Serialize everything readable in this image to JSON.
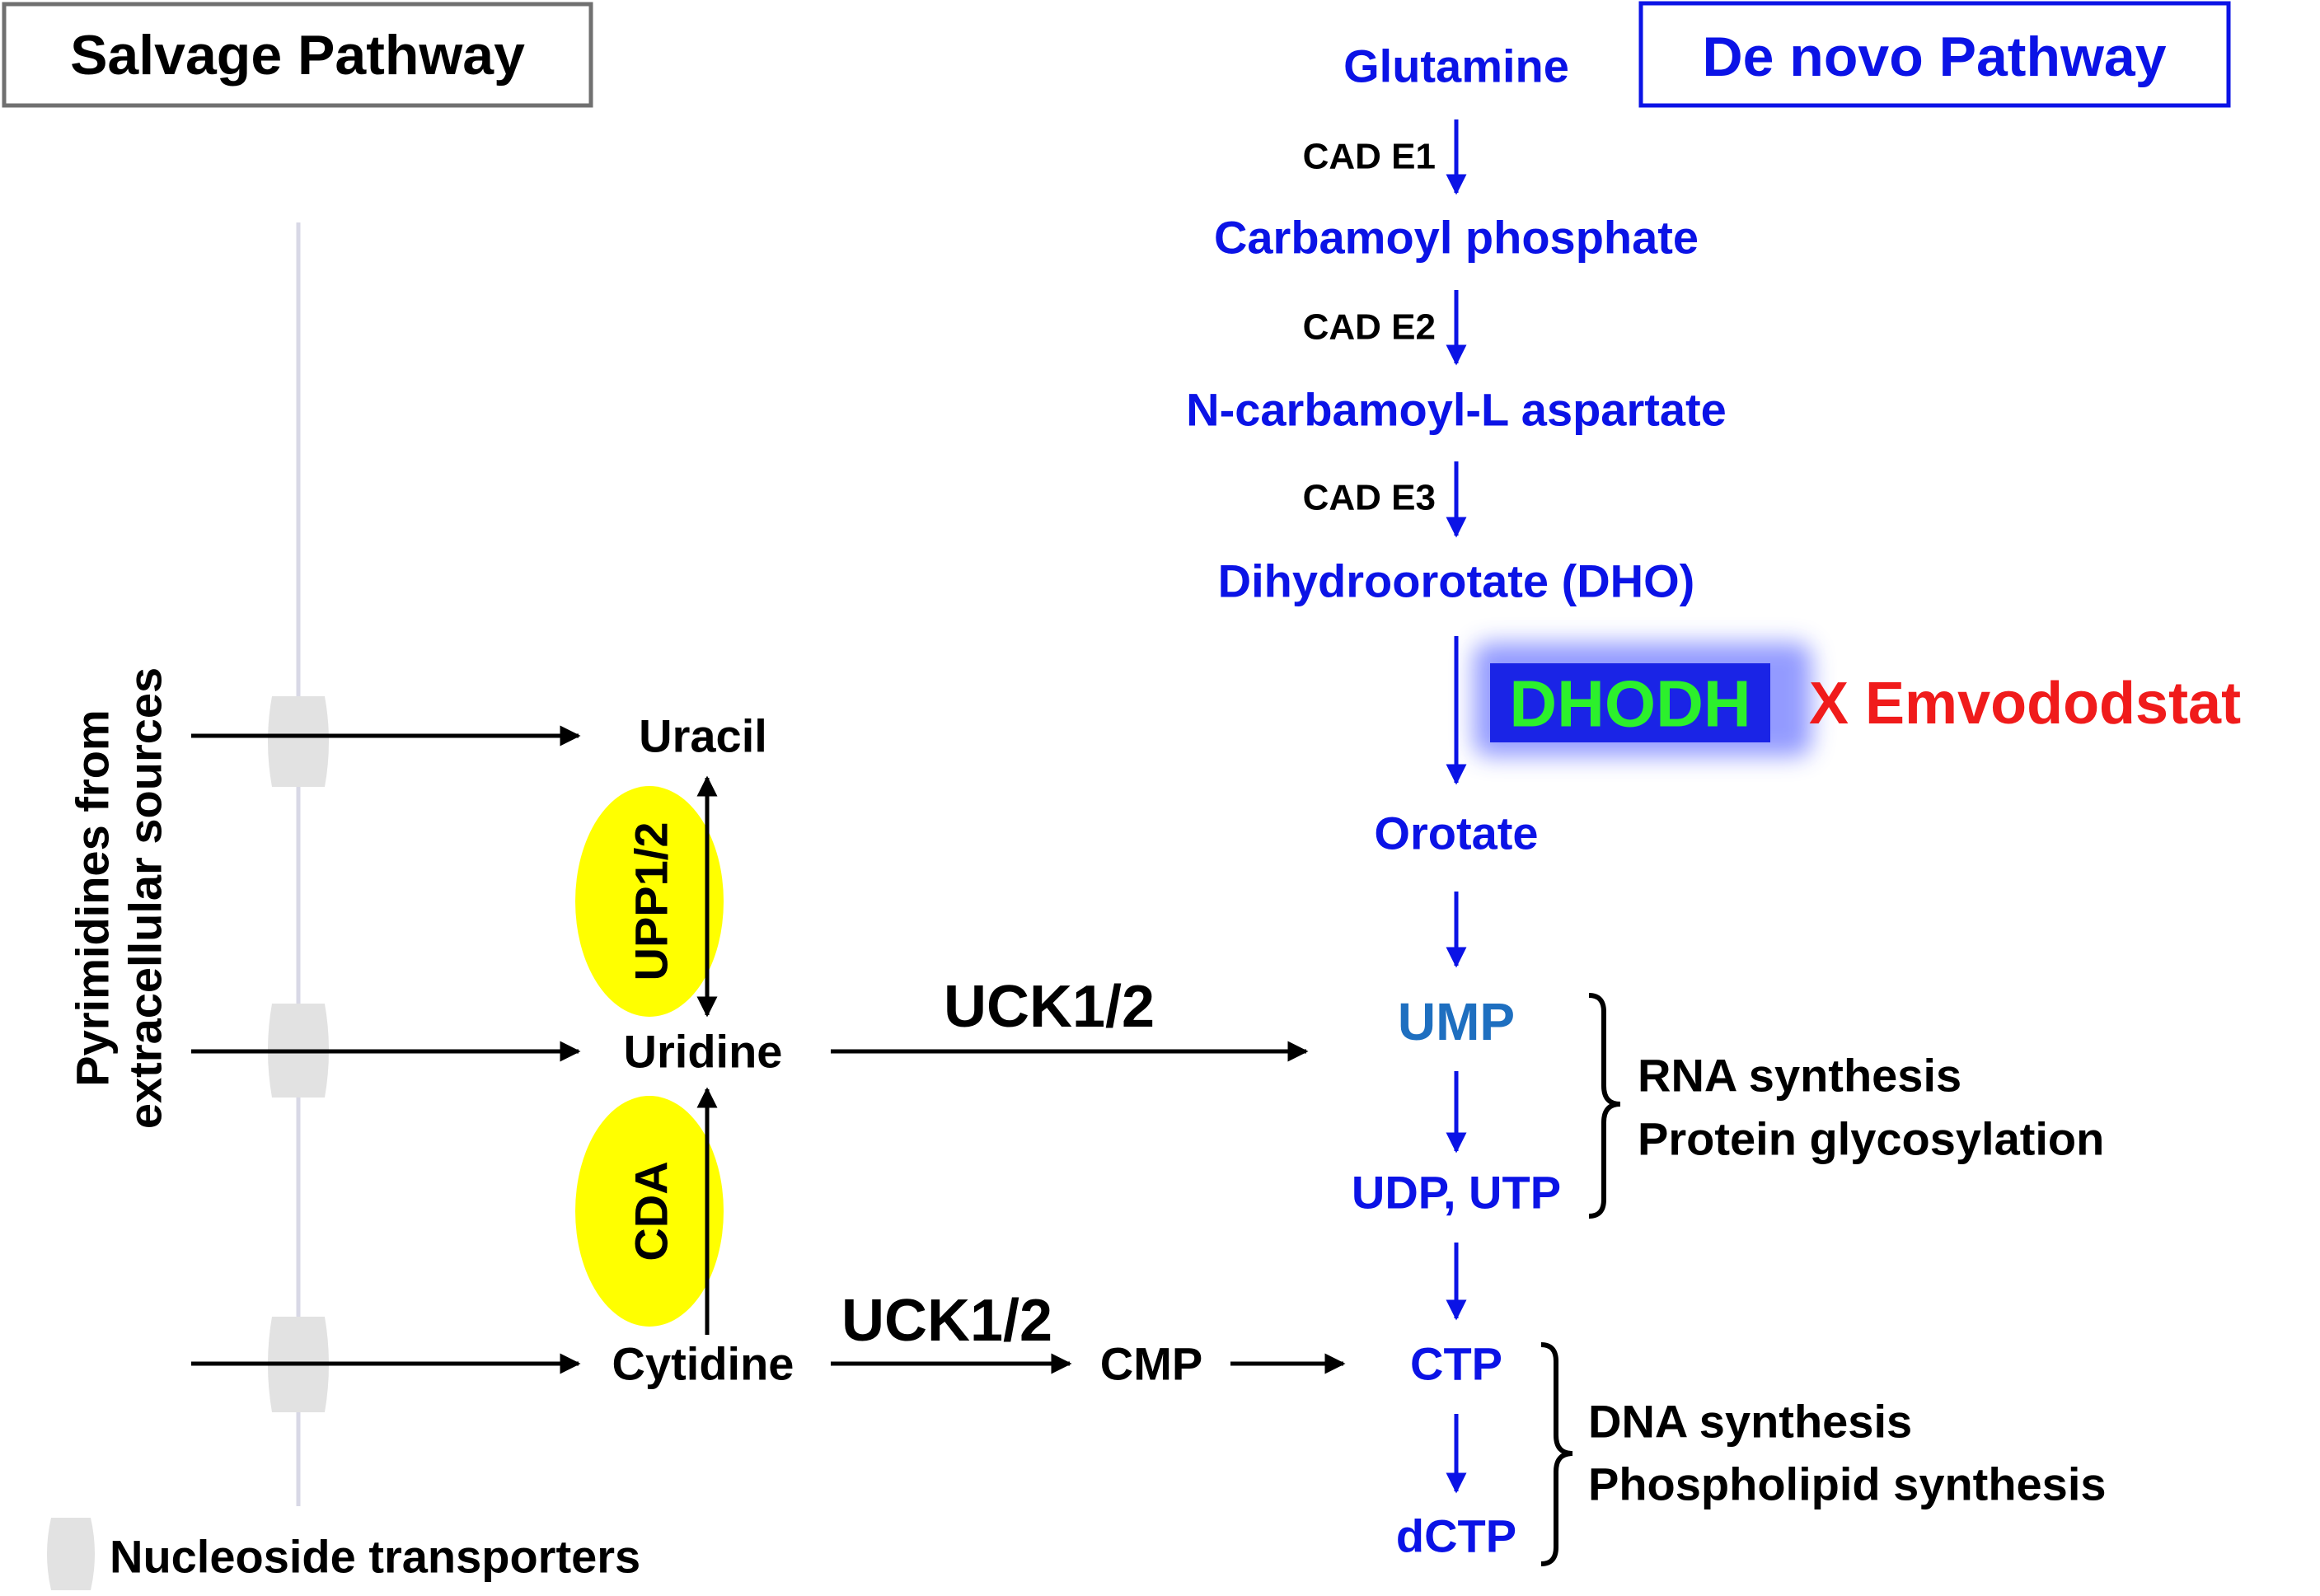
{
  "colors": {
    "denovo": "#0b13e6",
    "ump": "#1e6fc0",
    "inhibitor": "#f01b1b",
    "dhodh_text": "#2cf02c",
    "dhodh_box": "#1a24e6",
    "enzyme_ellipse": "#ffff00",
    "transporter": "#e2e2e2",
    "membrane": "#d8d8e6"
  },
  "salvage": {
    "title": "Salvage Pathway",
    "source_label_line1": "Pyrimidines from",
    "source_label_line2": "extracellular sources",
    "legend": "Nucleoside transporters",
    "uracil": "Uracil",
    "uridine": "Uridine",
    "cytidine": "Cytidine",
    "cmp": "CMP",
    "upp": "UPP1/2",
    "cda": "CDA",
    "uck_top": "UCK1/2",
    "uck_bottom": "UCK1/2"
  },
  "denovo": {
    "title": "De novo Pathway",
    "glutamine": "Glutamine",
    "cad_e1": "CAD E1",
    "carbamoyl": "Carbamoyl phosphate",
    "cad_e2": "CAD E2",
    "ncarbamoyl": "N-carbamoyl-L aspartate",
    "cad_e3": "CAD E3",
    "dho": "Dihydroorotate (DHO)",
    "dhodh": "DHODH",
    "inhibitor": "X Emvododstat",
    "orotate": "Orotate",
    "ump": "UMP",
    "udp_utp": "UDP, UTP",
    "ctp": "CTP",
    "dctp": "dCTP"
  },
  "outcomes": {
    "rna": "RNA synthesis",
    "glyco": "Protein glycosylation",
    "dna": "DNA synthesis",
    "phospho": "Phospholipid synthesis"
  }
}
